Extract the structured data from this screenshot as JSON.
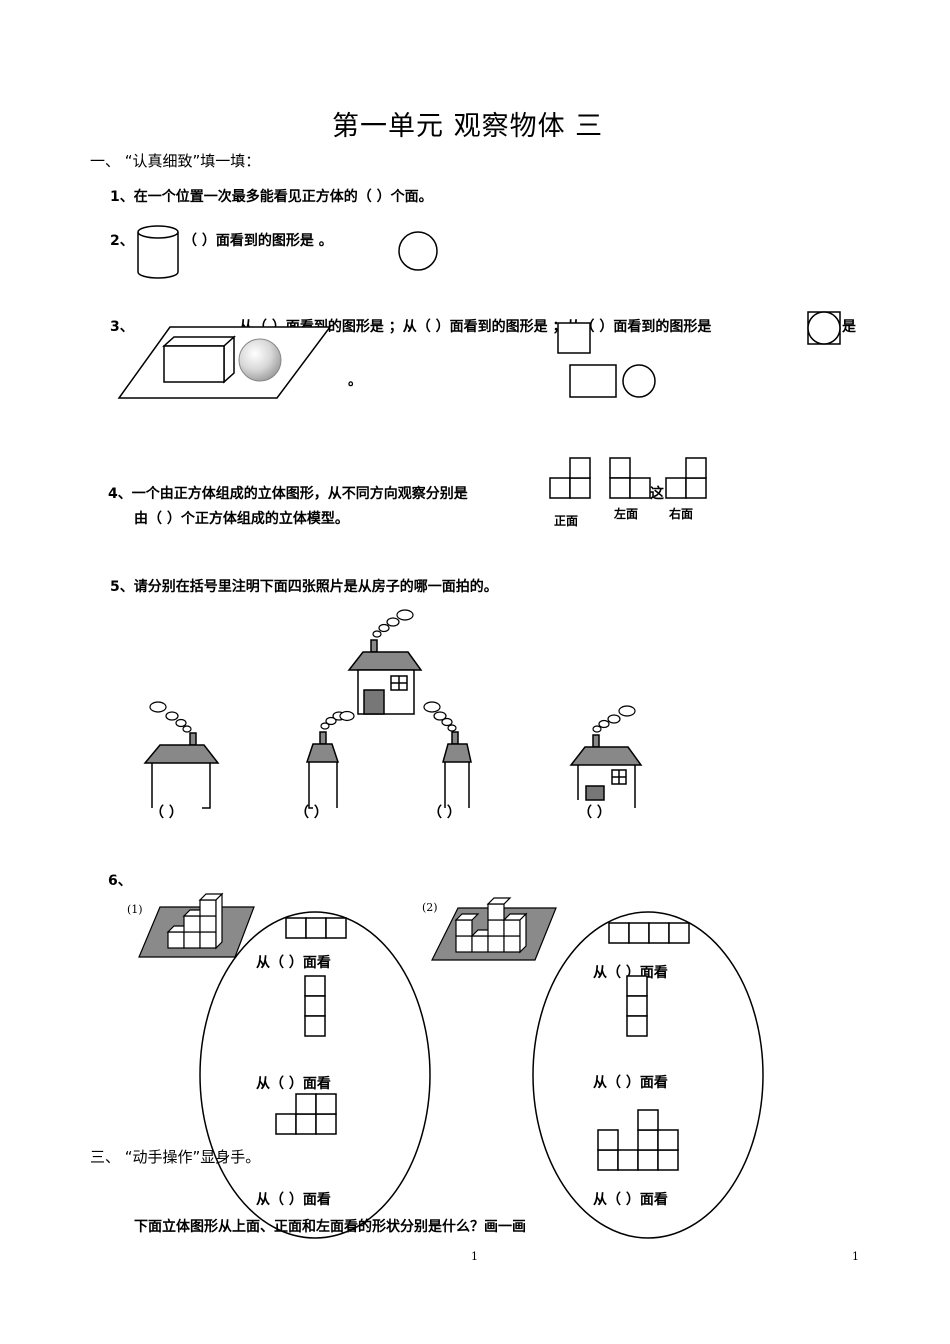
{
  "title": "第一单元 观察物体 三",
  "section1": "一、 “认真细致”填一填：",
  "q1": "1、在一个位置一次最多能看见正方体的（     ）个面。",
  "q2_num": "2、",
  "q2_text": "（    ）面看到的图形是       。",
  "q3_num": "3、",
  "q3_text": "从（    ）面看到的图形是     ；从（    ）面看到的图形是     ；从（    ）面看到的图形是",
  "q3_end": "。",
  "q4_line1": "4、一个由正方体组成的立体图形，从不同方向观察分别是",
  "q4_frag": "这",
  "q4_line2": "由（   ）个正方体组成的立体模型。",
  "q4_labels": [
    "正面",
    "左面",
    "右面"
  ],
  "q5": "5、请分别在括号里注明下面四张照片是从房子的哪一面拍的。",
  "q5_blank": "（   ）",
  "q6": "6、",
  "q6_sub1": "(1)",
  "q6_sub2": "(2)",
  "view_prompt": "从（    ）面看",
  "section3": "三、 “动手操作”显身手。",
  "task": "下面立体图形从上面、正面和左面看的形状分别是什么？画一画",
  "page_num": "1",
  "page_num_right": "1"
}
